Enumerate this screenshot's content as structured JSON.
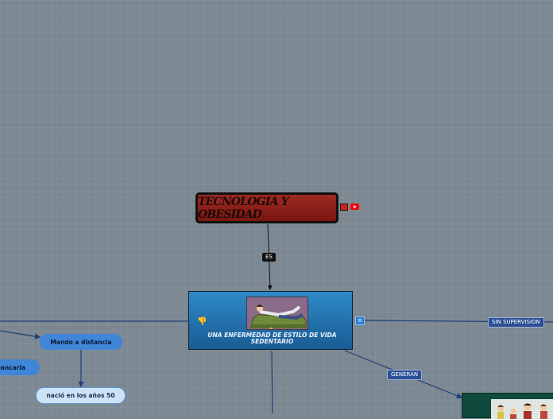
{
  "root": {
    "title": "TECNOLOGIA Y OBESIDAD",
    "icons": [
      "briefcase-icon",
      "youtube-icon"
    ]
  },
  "links": {
    "es": "ES",
    "generan": "GENERAN",
    "sin_supervision": "SIN SUPERVISION"
  },
  "main": {
    "text": "UNA ENFERMEDAD DE ESTILO DE VIDA SEDENTARIO",
    "image": "person-lying-on-sofa-illustration",
    "icons": [
      "thumbs-down-icon",
      "note-icon"
    ]
  },
  "branches": {
    "mando": "Mando a distancia",
    "bancaria": "bancaria",
    "nacio": "nació en los años 50"
  },
  "bottom": {
    "image": "family-illustration"
  },
  "colors": {
    "root": "#8b1f19",
    "main": "#2477b5",
    "pill": "#3f86d8",
    "link_label": "#2b4f94",
    "line": "#1f3f7a"
  }
}
